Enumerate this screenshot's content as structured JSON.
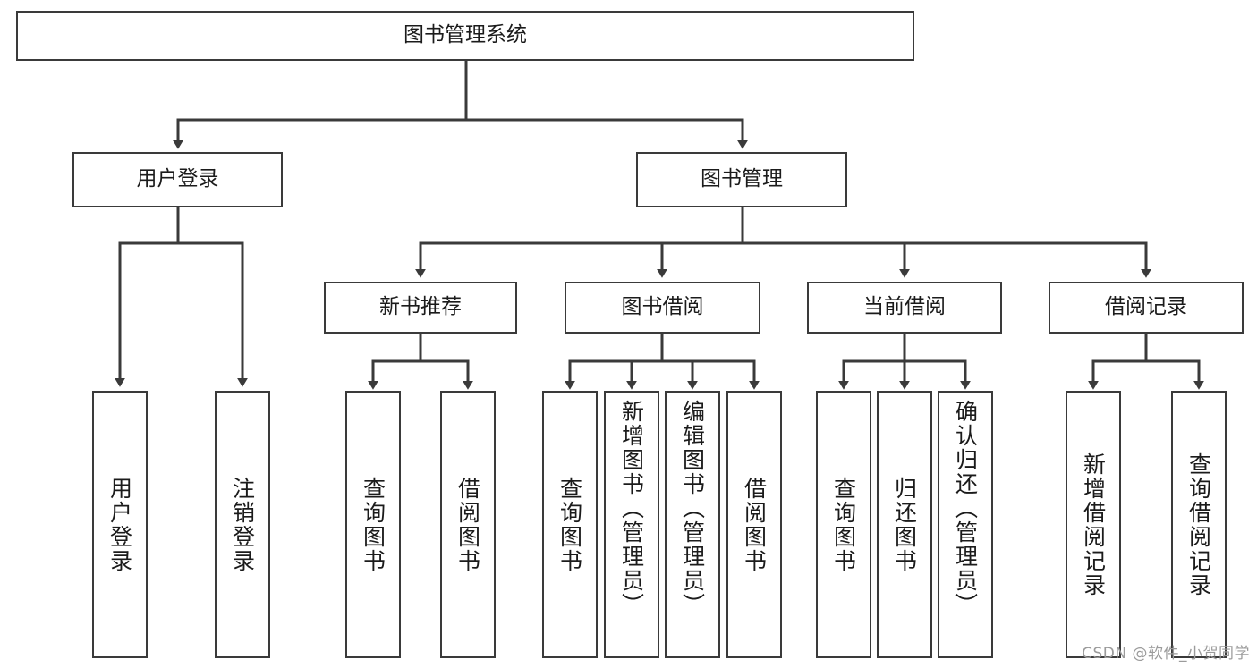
{
  "diagram": {
    "type": "tree",
    "title": "图书管理系统",
    "colors": {
      "box_border": "#3a3a3a",
      "box_fill": "#ffffff",
      "edge": "#3a3a3a",
      "text": "#1b1b1b",
      "watermark": "#9b9b9b",
      "background": "#ffffff"
    },
    "root": {
      "label": "图书管理系统"
    },
    "level2": [
      {
        "label": "用户登录"
      },
      {
        "label": "图书管理"
      }
    ],
    "level3": [
      {
        "label": "新书推荐"
      },
      {
        "label": "图书借阅"
      },
      {
        "label": "当前借阅"
      },
      {
        "label": "借阅记录"
      }
    ],
    "leaves_user_login": [
      {
        "label": "用户登录"
      },
      {
        "label": "注销登录"
      }
    ],
    "leaves_new_books": [
      {
        "label": "查询图书"
      },
      {
        "label": "借阅图书"
      }
    ],
    "leaves_borrow": [
      {
        "label": "查询图书"
      },
      {
        "label": "新增图书（管理员）"
      },
      {
        "label": "编辑图书（管理员）"
      },
      {
        "label": "借阅图书"
      }
    ],
    "leaves_current": [
      {
        "label": "查询图书"
      },
      {
        "label": "归还图书"
      },
      {
        "label": "确认归还（管理员）"
      }
    ],
    "leaves_records": [
      {
        "label": "新增借阅记录"
      },
      {
        "label": "查询借阅记录"
      }
    ]
  },
  "watermark": {
    "text": "CSDN @软件_小贺同学"
  }
}
